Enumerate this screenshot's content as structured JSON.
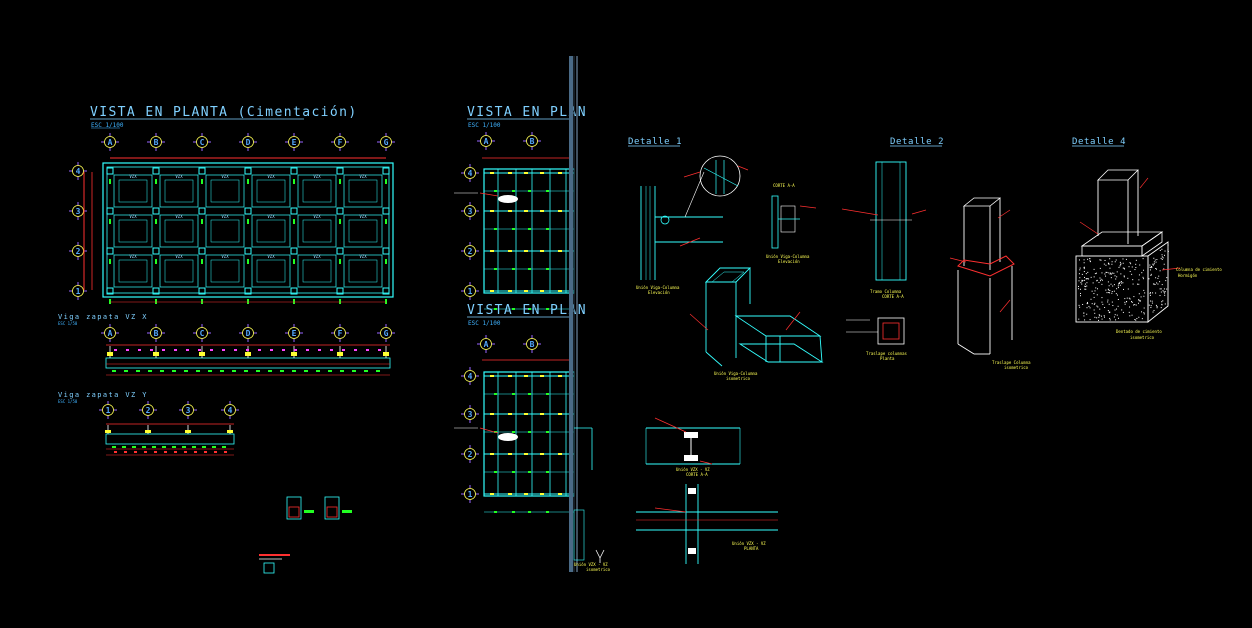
{
  "plan1": {
    "title": "VISTA EN PLANTA (Cimentación)",
    "scale": "ESC 1/100",
    "cols": [
      "A",
      "B",
      "C",
      "D",
      "E",
      "F",
      "G"
    ],
    "rows": [
      "4",
      "3",
      "2",
      "1"
    ],
    "cell_label": "VZX"
  },
  "plan2": {
    "title": "VISTA EN PLAN",
    "scale": "ESC 1/100",
    "cols": [
      "A",
      "B"
    ],
    "rows": [
      "4",
      "3",
      "2",
      "1"
    ]
  },
  "plan3": {
    "title": "VISTA EN PLAN",
    "scale": "ESC 1/100",
    "cols": [
      "A",
      "B"
    ],
    "rows": [
      "4",
      "3",
      "2",
      "1"
    ]
  },
  "beam_x": {
    "title": "Viga zapata VZ X",
    "scale": "ESC 1/50",
    "cols": [
      "A",
      "B",
      "C",
      "D",
      "E",
      "F",
      "G"
    ]
  },
  "beam_y": {
    "title": "Viga zapata VZ Y",
    "scale": "ESC 1/50",
    "cols": [
      "1",
      "2",
      "3",
      "4"
    ]
  },
  "details": {
    "d1": "Detalle 1",
    "d2": "Detalle 2",
    "d4": "Detalle 4",
    "corte": "CORTE A-A",
    "union_vc_1": "Unión Viga-Columna",
    "union_vc_1b": "Elevación",
    "union_vc_2": "Unión Viga-Columna",
    "union_vc_2b": "Elevación",
    "union_vc_3": "Unión Viga-Columna",
    "union_vc_3b": "isometrico",
    "tramo_1": "Tramo Columna",
    "tramo_1b": "CORTE A-A",
    "tramo_2": "Traslape columnas",
    "tramo_2b": "Planta",
    "tramo_3": "Traslape Columna",
    "tramo_3b": "isometrico",
    "dado": "Dentado de cimiento",
    "dado_b": "isometrico",
    "dado_c": "Columna de cimiento",
    "dado_d": "Hormigón",
    "union_vv_1": "Unión VZX - VZ",
    "union_vv_1b": "CORTE A-A",
    "union_vv_2": "Unión VZX - VZ",
    "union_vv_2b": "PLANTA",
    "union_vv_3": "Unión VZX - VZ",
    "union_vv_3b": "isometrico"
  }
}
